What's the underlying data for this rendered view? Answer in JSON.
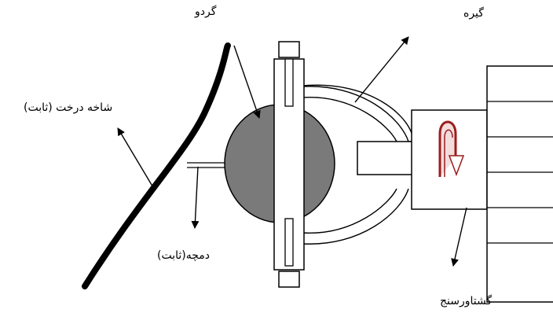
{
  "labels": {
    "nut": "گردو",
    "clamp": "گیره",
    "branch": "شاخه درخت (ثابت)",
    "tab": "دمچه(ثابت)",
    "torque_meter": "گشتاورسنج"
  },
  "colors": {
    "stroke": "#000000",
    "nut_fill": "#7a7a7a",
    "rotation_arrow": "#9b1c1c"
  }
}
